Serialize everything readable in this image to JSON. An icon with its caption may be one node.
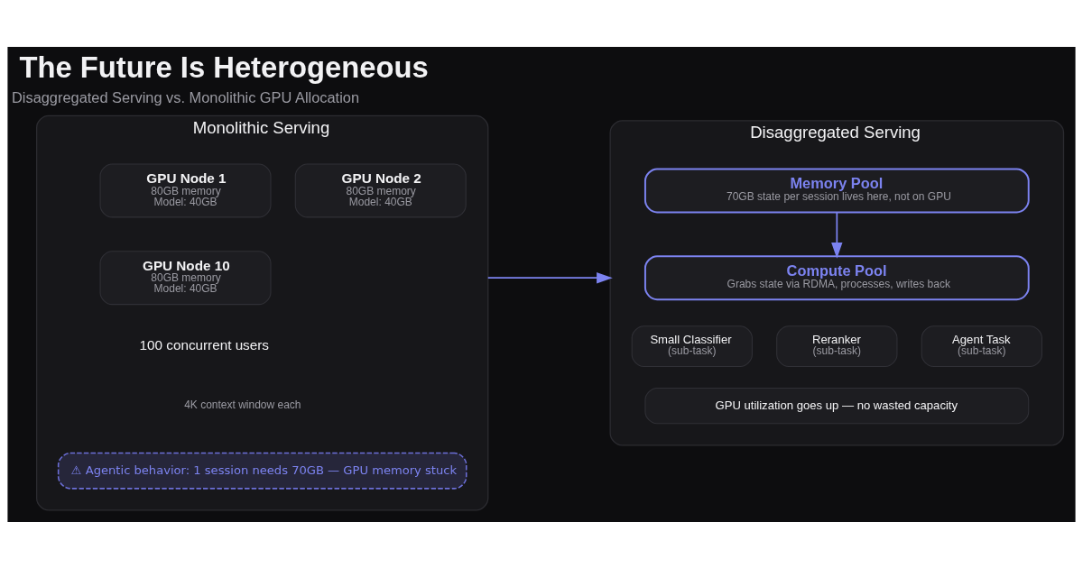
{
  "diagram": {
    "title": "The Future Is Heterogeneous",
    "nodes": [
      {
        "text": [
          "Monolithic Serving"
        ]
      },
      {
        "text": [
          "GPU Node 1",
          "80GB memory",
          "Model: 40GB"
        ],
        "in": 0
      },
      {
        "text": [
          "GPU Node 2",
          "80GB memory",
          "Model: 40GB"
        ],
        "in": 0
      },
      {
        "text": [
          "GPU Node 10",
          "80GB memory",
          "Model: 40GB"
        ],
        "in": 0
      },
      {
        "text": [
          "⚠ Agentic behavior: 1 session needs 70GB — GPU memory stuck"
        ],
        "in": 0
      },
      {
        "text": [
          "Disaggregated Serving"
        ]
      },
      {
        "text": [
          "Memory Pool",
          "70GB state per session lives here, not on GPU"
        ],
        "in": 5
      },
      {
        "text": [
          "Compute Pool",
          "Grabs state via RDMA, processes, writes back"
        ],
        "in": 5
      },
      {
        "text": [
          "Small Classifier",
          "(sub-task)"
        ],
        "in": 5
      },
      {
        "text": [
          "Reranker",
          "(sub-task)"
        ],
        "in": 5
      },
      {
        "text": [
          "Agent Task",
          "(sub-task)"
        ],
        "in": 5
      },
      {
        "text": [
          "GPU utilization goes up — no wasted capacity"
        ],
        "in": 5
      }
    ],
    "edges": [
      {
        "from": 0,
        "to": 5,
        "arrow": "to"
      },
      {
        "from": 6,
        "to": 7,
        "arrow": "to"
      }
    ],
    "labels": [
      "Disaggregated Serving vs. Monolithic GPU Allocation",
      "100 concurrent users",
      "4K context window each"
    ]
  }
}
